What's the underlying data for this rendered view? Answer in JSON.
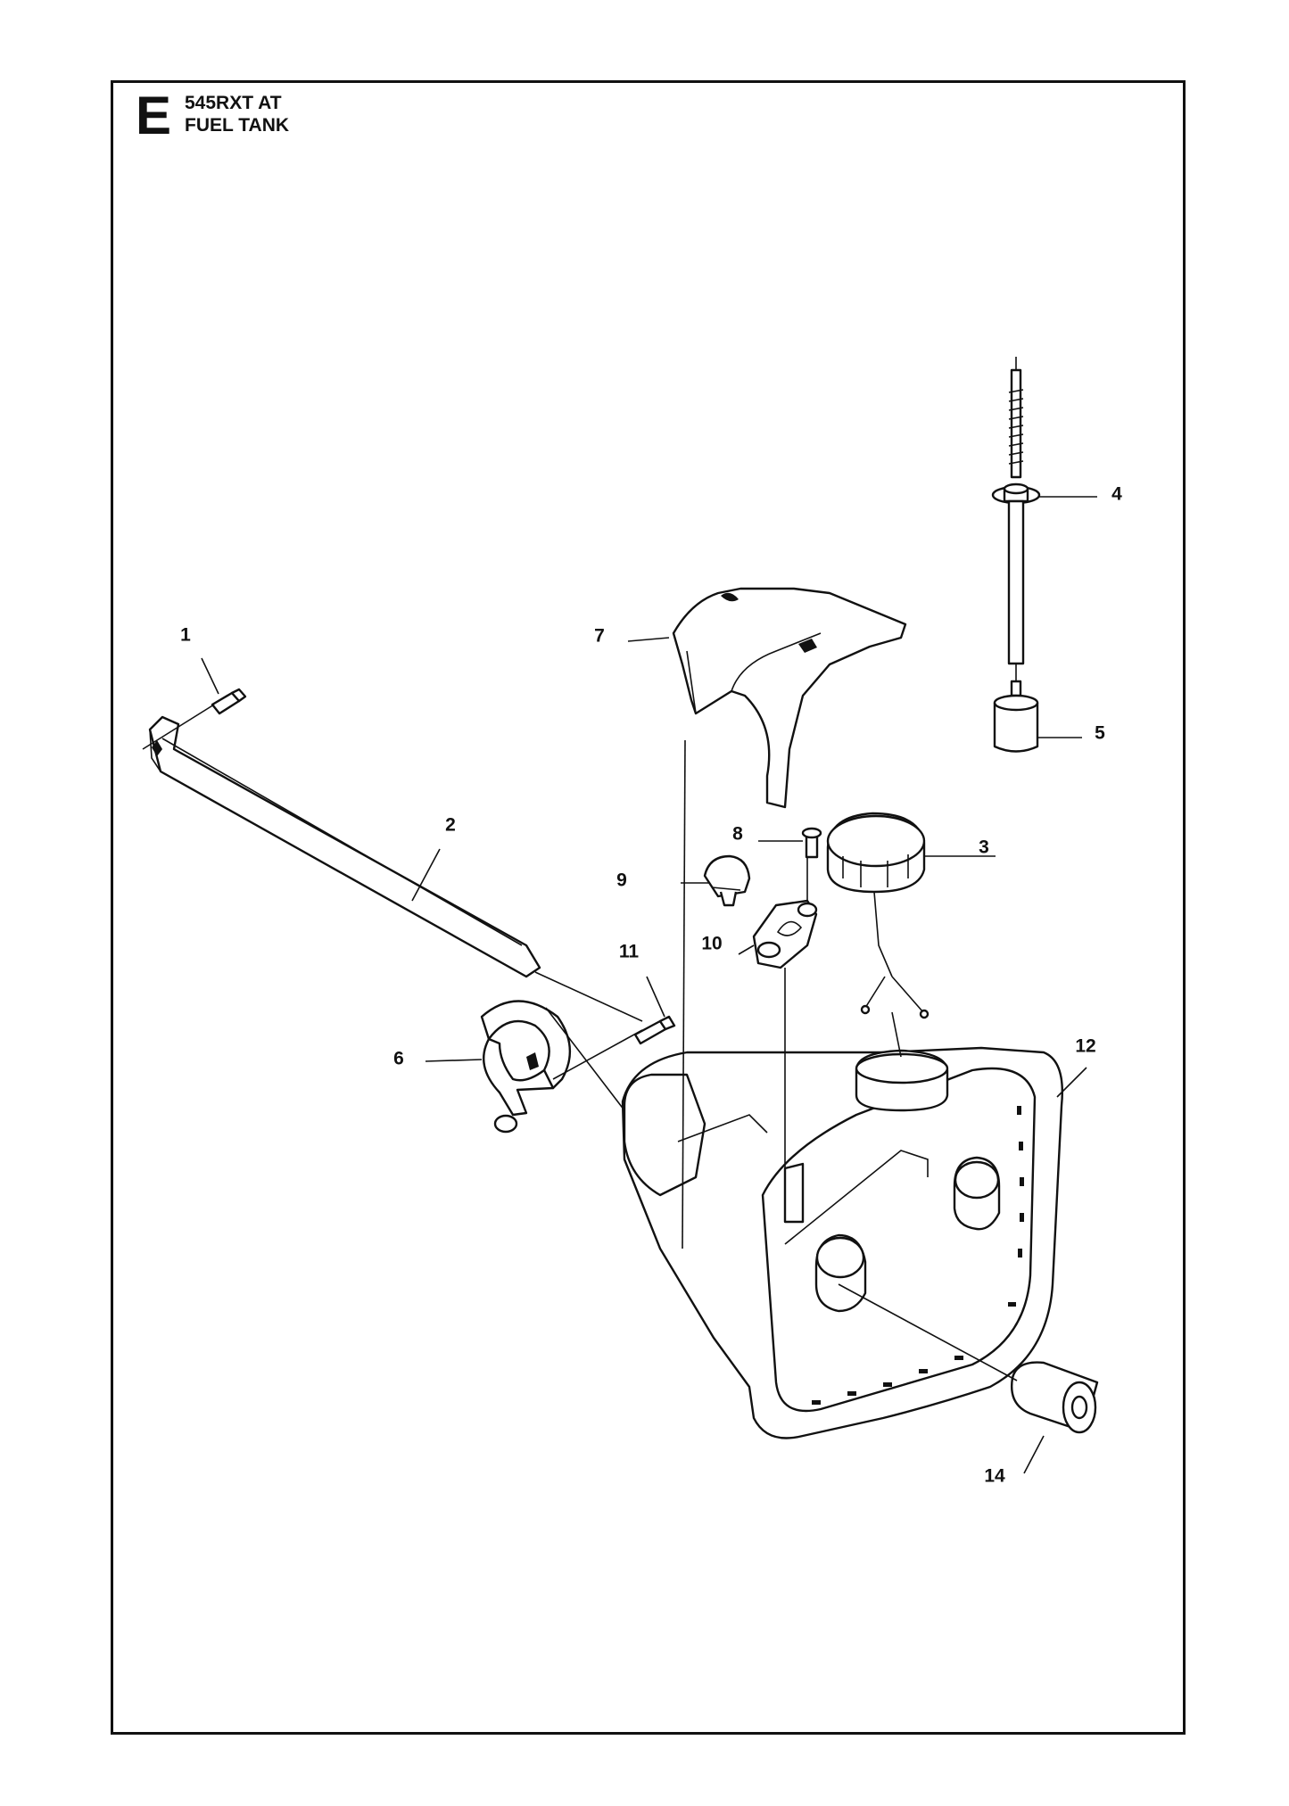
{
  "header": {
    "section_letter": "E",
    "model": "545RXT AT",
    "group": "FUEL TANK"
  },
  "callouts": [
    "1",
    "2",
    "3",
    "4",
    "5",
    "6",
    "7",
    "8",
    "9",
    "10",
    "11",
    "12",
    "14"
  ]
}
